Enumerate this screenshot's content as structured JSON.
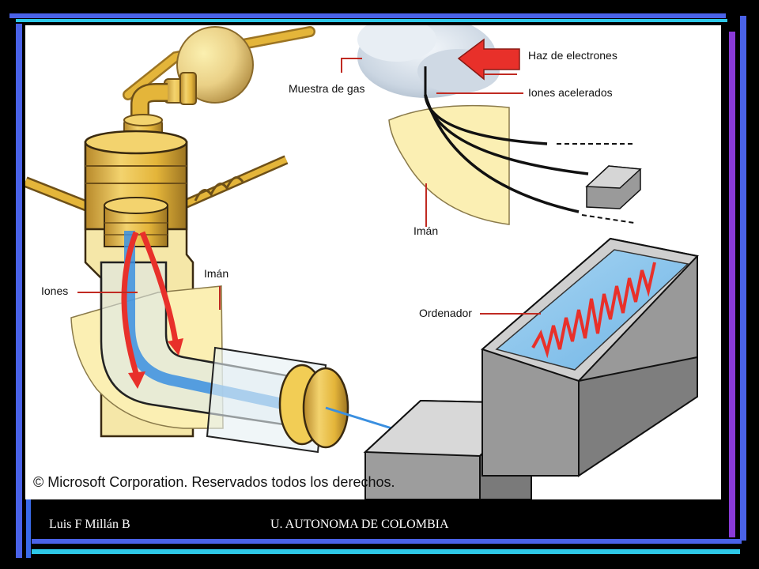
{
  "diagram": {
    "labels": {
      "beam": "Haz de electrones",
      "gas_sample": "Muestra de gas",
      "accelerated_ions": "Iones acelerados",
      "magnet_top": "Imán",
      "ions": "Iones",
      "magnet_left": "Imán",
      "computer": "Ordenador"
    },
    "copyright": "© Microsoft Corporation. Reservados todos los derechos."
  },
  "footer": {
    "author": "Luis F Millán B",
    "institution": "U.  AUTONOMA  DE  COLOMBIA"
  },
  "colors": {
    "frame_blue": "#4a62e8",
    "frame_cyan": "#2ec8e8",
    "frame_purple": "#8a3ad8",
    "brass": "#e4b53a",
    "magnet": "#fbefb3",
    "arrow_red": "#e8302a",
    "ion_blue": "#3a8fe0"
  }
}
